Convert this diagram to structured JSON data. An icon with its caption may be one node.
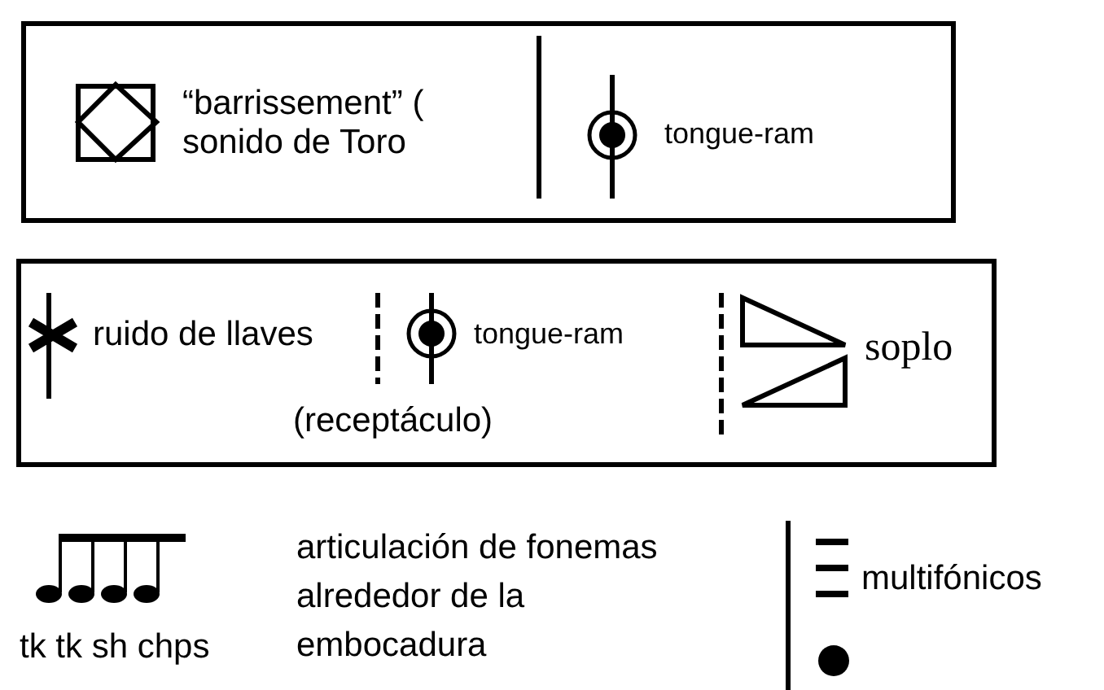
{
  "diagram": {
    "labels": [
      "“barrissement” (",
      "sonido de Toro",
      "tongue-ram",
      "ruido de llaves",
      "tongue-ram",
      "soplo",
      "(receptáculo)",
      "articulación de fonemas alrededor de la embocadura",
      "tk tk sh chps",
      "multifónicos"
    ]
  }
}
